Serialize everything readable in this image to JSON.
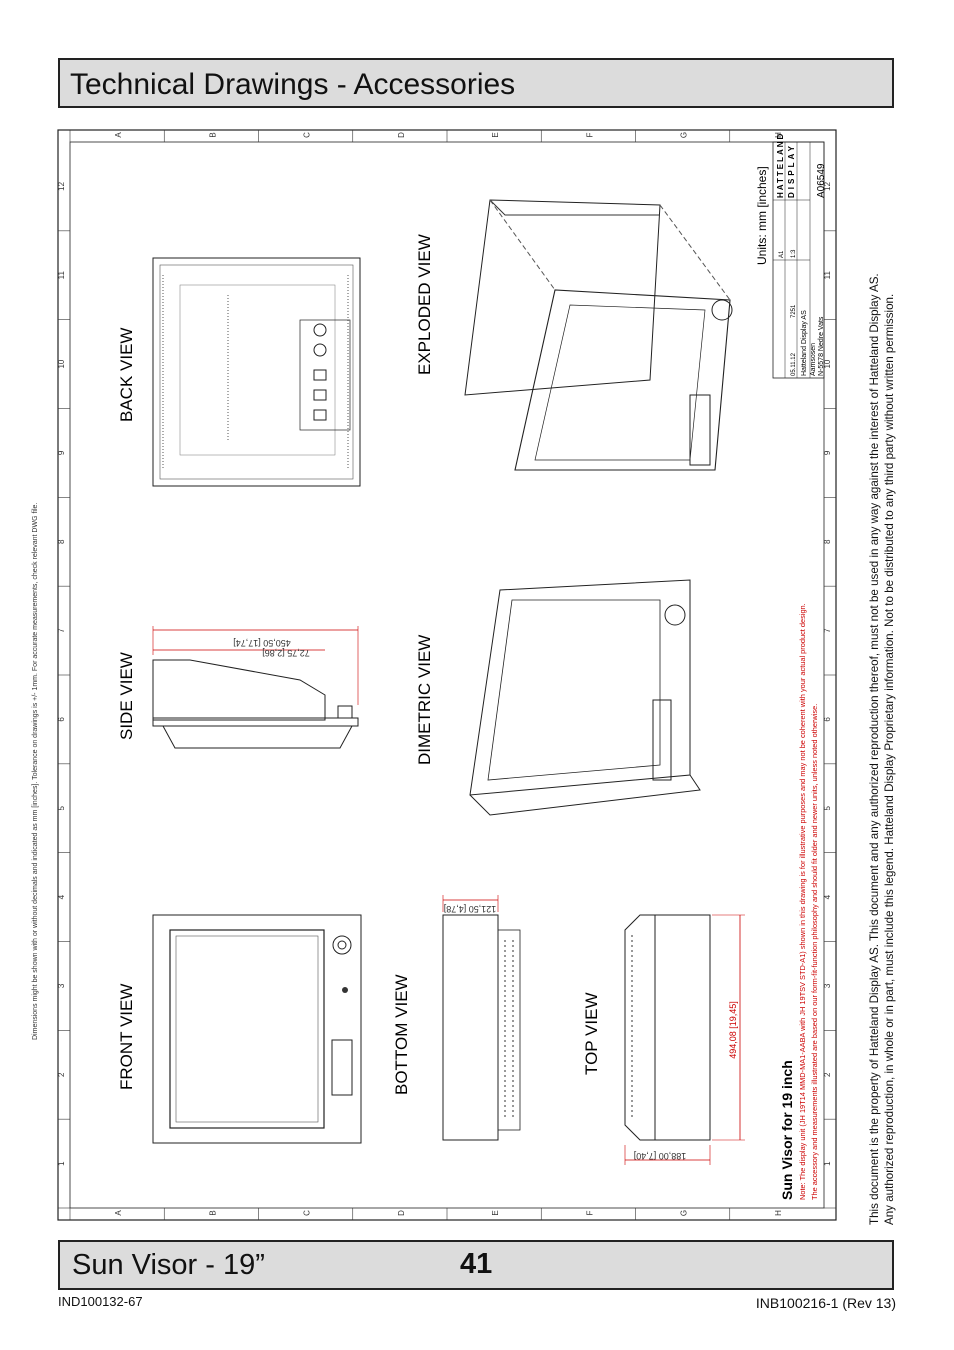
{
  "header": {
    "title": "Technical Drawings - Accessories"
  },
  "footer": {
    "title": "Sun Visor - 19”",
    "page_number": "41",
    "doc_code_left": "IND100132-67",
    "doc_code_right": "INB100216-1 (Rev 13)"
  },
  "legal": {
    "line1": "This document is the property of Hatteland Display AS. This document and any authorized reproduction thereof, must not be used in any way against the interest of Hatteland Display AS.",
    "line2": "Any authorized reproduction, in whole or in part, must include this legend. Hatteland Display Proprietary information. Not to be distributed to any third party without written permission."
  },
  "drawing": {
    "tolerance_note": "Dimensions might be shown with or without decimals and indicated as mm [inches]. Tolerance on drawings is +/- 1mm. For accurate measurements, check relevant DWG file.",
    "col_letters": [
      "A",
      "B",
      "C",
      "D",
      "E",
      "F",
      "G",
      "H"
    ],
    "row_numbers": [
      "1",
      "2",
      "3",
      "4",
      "5",
      "6",
      "7",
      "8",
      "9",
      "10",
      "11",
      "12"
    ],
    "views": {
      "front": "FRONT VIEW",
      "side": "SIDE VIEW",
      "back": "BACK VIEW",
      "bottom": "BOTTOM VIEW",
      "dimetric": "DIMETRIC VIEW",
      "exploded": "EXPLODED VIEW",
      "top": "TOP VIEW"
    },
    "dims": {
      "side_depth": "450,50  [17,74]",
      "side_height": "72,75  [2,86]",
      "bottom_depth": "121,50  [4,78]",
      "top_width": "494,08  [19,45]",
      "top_depth": "188,00  [7,40]"
    },
    "units": "Units: mm [inches]",
    "part_title": "Sun Visor for 19 inch",
    "note1": "Note: The display unit (JH 19T14 MMD-MA1-AABA with JH 19TSV STD-A1) shown in this drawing is for illustrative purposes and may not be coherent with your actual product design.",
    "note2": "The accessory and measurements illustrated are based on our form-fit-function philosophy and should fit older and newer units, unless noted otherwise.",
    "title_block": {
      "date": "05.11.12",
      "number": "7251",
      "company": "Hatteland Display AS",
      "addr1": "Aamsosen",
      "addr2": "N-5578 Nedre Vats",
      "sheet": "A1",
      "scale": "1:3",
      "drawing_no": "A06549",
      "logo_top": "HATTELAND",
      "logo_bottom": "DISPLAY"
    }
  }
}
